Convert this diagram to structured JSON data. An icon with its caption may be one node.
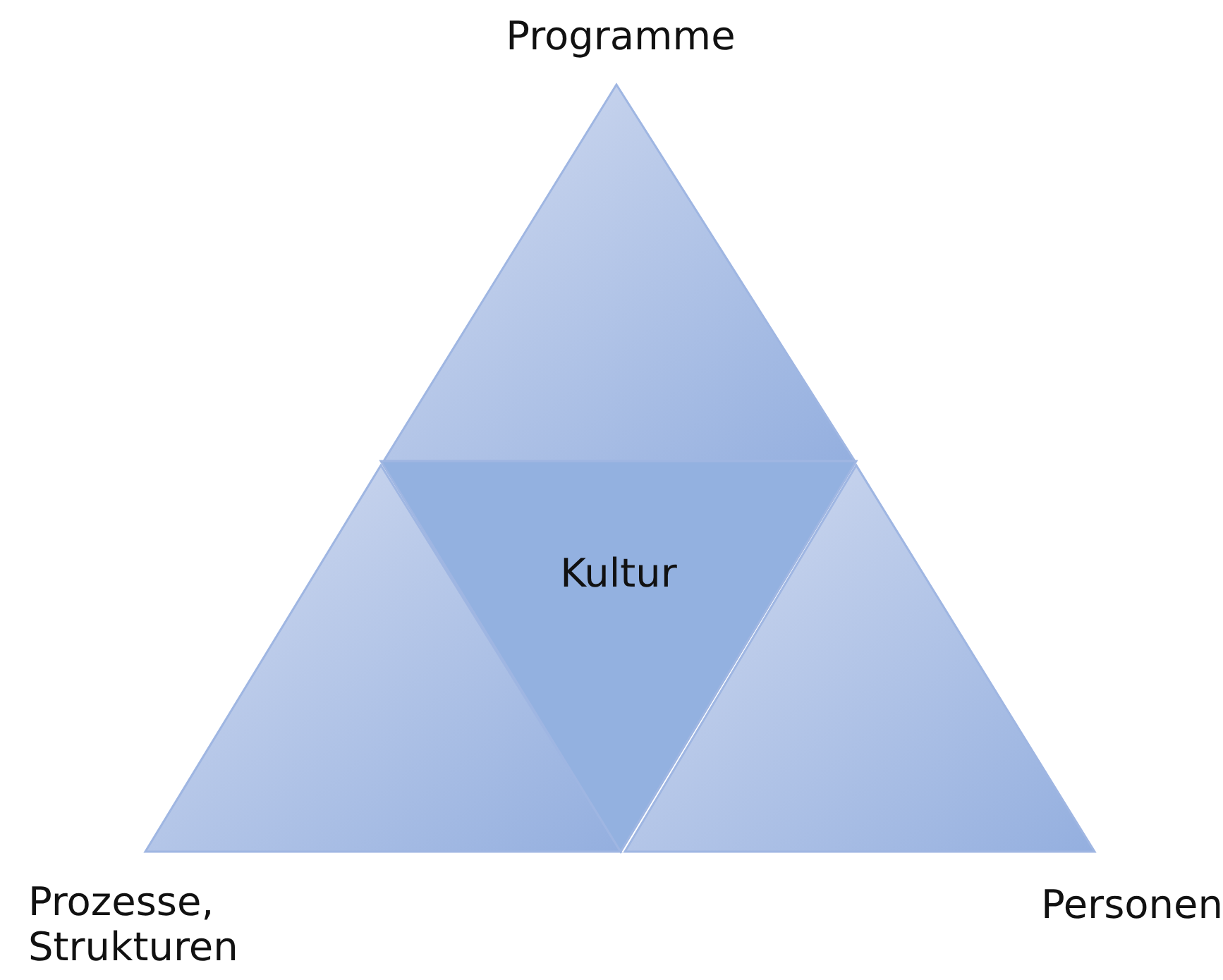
{
  "diagram": {
    "nodes": [
      {
        "text": [
          "Programme"
        ]
      },
      {
        "text": [
          "Prozesse, Strukturen"
        ]
      },
      {
        "text": [
          "Personen"
        ]
      },
      {
        "text": [
          "Kultur"
        ]
      }
    ]
  }
}
